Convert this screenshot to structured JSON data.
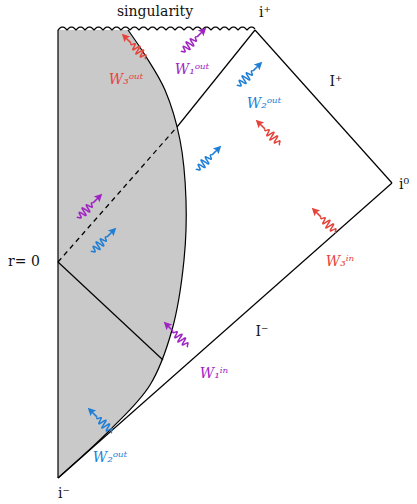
{
  "diagram": {
    "labels": [
      "singularity",
      "i⁺",
      "W₃ᵒᵘᵗ",
      "W₁ᵒᵘᵗ",
      "I⁺",
      "W₂ᵒᵘᵗ",
      "i⁰",
      "r= 0",
      "W₃ⁱⁿ",
      "I⁻",
      "W₁ⁱⁿ",
      "W₂ᵒᵘᵗ",
      "i⁻"
    ]
  }
}
